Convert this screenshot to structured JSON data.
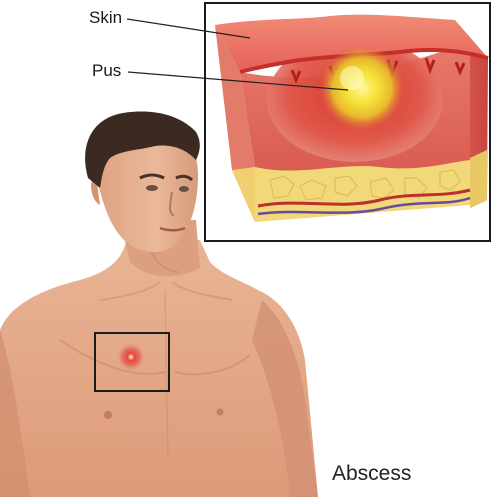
{
  "labels": {
    "skin": "Skin",
    "pus": "Pus",
    "title": "Abscess"
  },
  "colors": {
    "skin_surface": "#e06a62",
    "abscess_red": "#d6322c",
    "pus_yellow": "#f2e23a",
    "fat_yellow": "#f1d879",
    "body_skin": "#e7ad8c",
    "hair": "#3a2a22",
    "box_border": "#1b1b1b"
  }
}
